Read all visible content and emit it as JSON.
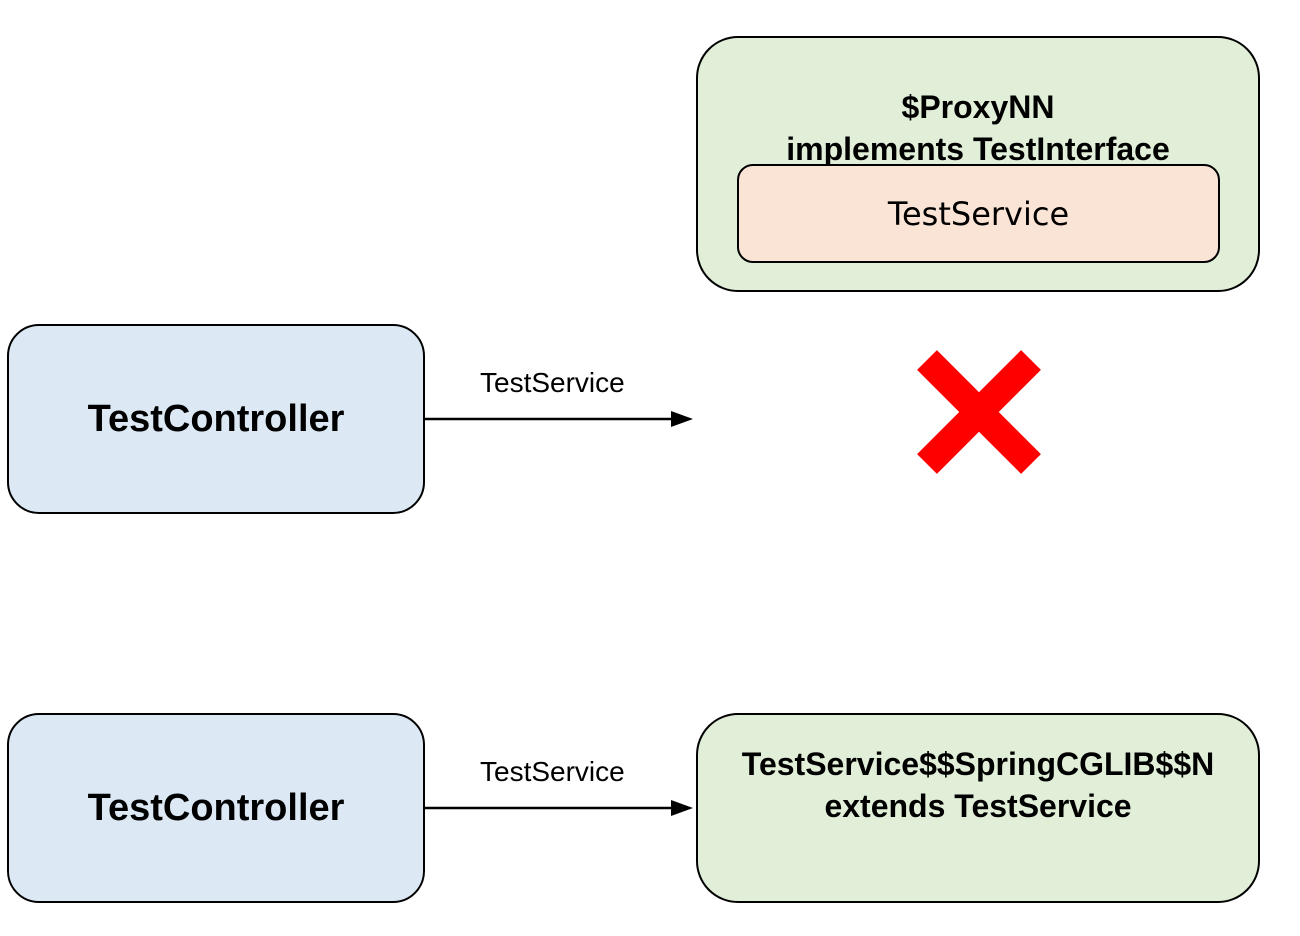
{
  "top": {
    "controller": "TestController",
    "edge_label": "TestService",
    "proxy_line1": "$ProxyNN",
    "proxy_line2": "implements TestInterface",
    "inner": "TestService",
    "status_icon": "red-x-icon"
  },
  "bottom": {
    "controller": "TestController",
    "edge_label": "TestService",
    "proxy_line1": "TestService$$SpringCGLIB$$N",
    "proxy_line2": "extends TestService"
  },
  "colors": {
    "controller": "#dce9f5",
    "proxy": "#e1eed8",
    "inner": "#fae4d5",
    "cross": "#ff0000"
  }
}
